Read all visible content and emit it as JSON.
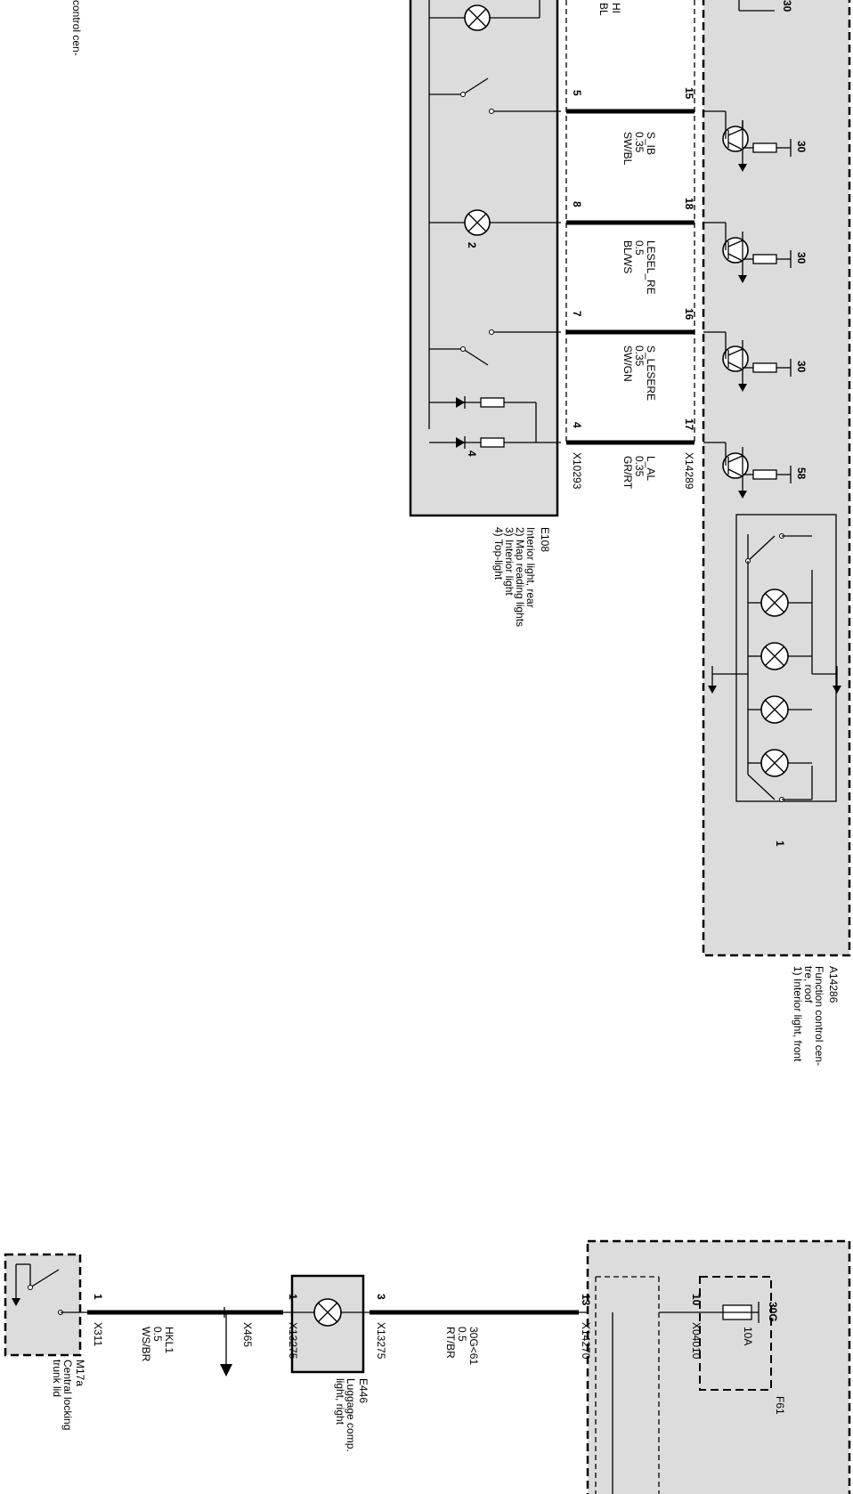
{
  "top_cut": {
    "label_a": "control cen-",
    "label_hi": "HI",
    "label_bl": "BL",
    "pin_30": "30"
  },
  "e108": {
    "id": "E108",
    "title": "Interior light, rear",
    "note2": "2) Map reading lights",
    "note3": "3) Interior light",
    "note4": "4) Top-light",
    "callout2": "2",
    "callout4": "4"
  },
  "a14286": {
    "id": "A14286",
    "title_line1": "Function control cen-",
    "title_line2": "tre, roof",
    "note1": "1) Interior light, front",
    "callout1": "1"
  },
  "connectors": {
    "x10293": "X10293",
    "x14289": "X14289",
    "x13275_a": "X13275",
    "x13275_b": "X13275",
    "x311": "X311",
    "x465": "X465",
    "x14270": "X14270",
    "x04010": "X04010"
  },
  "wires": [
    {
      "name": "S_IB",
      "size": "0.35",
      "color": "SW/BL",
      "pin_left": "5",
      "pin_right": "15",
      "supply": "30"
    },
    {
      "name": "LESEL_RE",
      "size": "0.5",
      "color": "BL/WS",
      "pin_left": "8",
      "pin_right": "18",
      "supply": "30"
    },
    {
      "name": "S_LESERE",
      "size": "0.35",
      "color": "SW/GN",
      "pin_left": "7",
      "pin_right": "16",
      "supply": "30"
    },
    {
      "name": "L_AL",
      "size": "0.35",
      "color": "GR/RT",
      "pin_left": "4",
      "pin_right": "17",
      "supply": "58"
    }
  ],
  "bottom": {
    "m17a": {
      "id": "M17a",
      "line1": "Central locking",
      "line2": "trunk lid",
      "pin": "1"
    },
    "hkl1": {
      "name": "HKL1",
      "size": "0.5",
      "color": "WS/BR"
    },
    "e446": {
      "id": "E446",
      "line1": "Luggage comp.",
      "line2": "light, right",
      "pin_left": "1",
      "pin_right": "3"
    },
    "w30g": {
      "name": "30G<61",
      "size": "0.5",
      "color": "RT/BR",
      "pin": "13"
    },
    "f61": {
      "id": "F61",
      "terminal": "30G",
      "rating": "10A",
      "pin": "10"
    }
  }
}
